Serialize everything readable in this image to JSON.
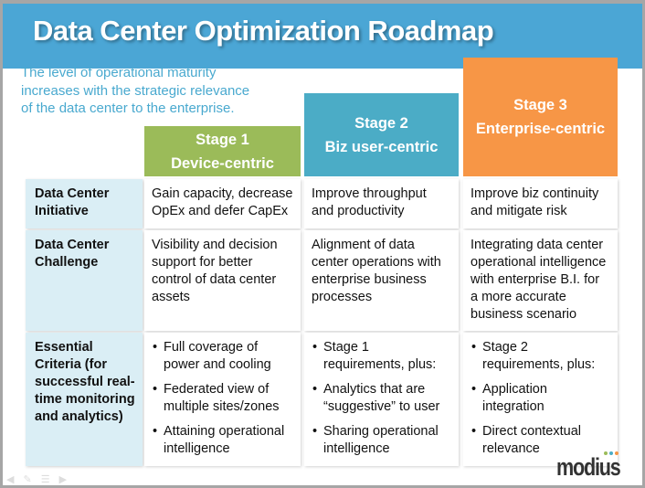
{
  "title": "Data Center Optimization Roadmap",
  "intro": "The level of operational maturity increases with the strategic relevance of the data center to the enterprise.",
  "stages": [
    {
      "name": "Stage 1",
      "sub": "Device-centric",
      "color": "#9bbb59"
    },
    {
      "name": "Stage 2",
      "sub": "Biz user-centric",
      "color": "#4bacc6"
    },
    {
      "name": "Stage 3",
      "sub": "Enterprise-centric",
      "color": "#f79646"
    }
  ],
  "rows": [
    {
      "label": "Data Center Initiative",
      "cells": [
        "Gain capacity, decrease OpEx and defer CapEx",
        "Improve throughput and productivity",
        "Improve biz continuity and mitigate risk"
      ]
    },
    {
      "label": "Data Center Challenge",
      "cells": [
        "Visibility and decision support for better control of data center assets",
        "Alignment of data center operations with enterprise business processes",
        "Integrating data center operational intelligence with enterprise B.I. for a more accurate business scenario"
      ]
    },
    {
      "label": "Essential Criteria (for successful real-time monitoring and analytics)",
      "bullets": [
        [
          "Full coverage of power and cooling",
          "Federated view of multiple sites/zones",
          "Attaining operational intelligence"
        ],
        [
          "Stage 1 requirements, plus:",
          "Analytics that are “suggestive” to user",
          "Sharing operational intelligence"
        ],
        [
          "Stage 2 requirements, plus:",
          "Application integration",
          "Direct contextual relevance"
        ]
      ]
    }
  ],
  "logo": "modius"
}
